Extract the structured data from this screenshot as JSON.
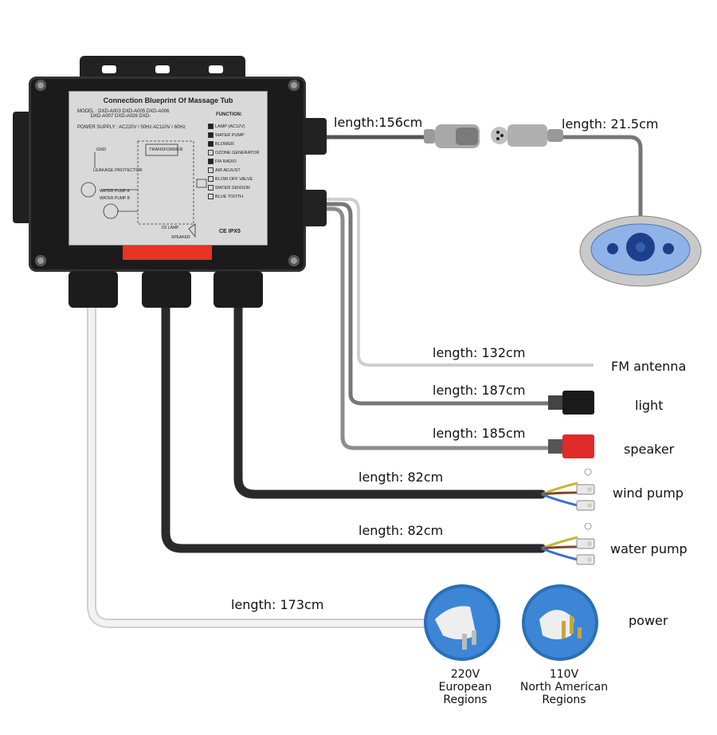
{
  "box": {
    "plate_title": "Connection Blueprint Of Massage Tub",
    "model_label": "MODEL :",
    "models": [
      "DXD-A003",
      "DXD-A005",
      "DXD-A006",
      "DXD-A007",
      "DXD-A026",
      "DXD-"
    ],
    "power_supply_label": "POWER SUPPLY :",
    "power_supply_values": [
      "AC220V / 50Hz",
      "AC110V / 60Hz"
    ],
    "function_title": "FUNCTION:",
    "functions": [
      {
        "label": "LAMP (AC12V)",
        "checked": true
      },
      {
        "label": "WATER PUMP",
        "checked": true
      },
      {
        "label": "BLOWER",
        "checked": true
      },
      {
        "label": "OZONE GENERATOR",
        "checked": false
      },
      {
        "label": "FM RADIO",
        "checked": true
      },
      {
        "label": "AIR ADJUST",
        "checked": false
      },
      {
        "label": "BLOW OFF VALVE",
        "checked": false
      },
      {
        "label": "WATER SENSOR",
        "checked": false
      },
      {
        "label": "BLUE TOOTH",
        "checked": false
      }
    ],
    "gnd_label": "GND",
    "leakage_label": "LEAKAGE PROTECTOR",
    "transformer_label": "TRANSFORMER",
    "water_pump_a": "WATER PUMP A",
    "water_pump_b": "WATER PUMP B",
    "d2_lamp": "D2 LAMP",
    "speaker_label": "SPEAKER",
    "cert": "CE  IPX5"
  },
  "cables": {
    "panel_cable": "length:156cm",
    "panel_lead": "length: 21.5cm",
    "fm_antenna": "length: 132cm",
    "light": "length: 187cm",
    "speaker": "length: 185cm",
    "wind_pump": "length: 82cm",
    "water_pump": "length: 82cm",
    "power": "length: 173cm"
  },
  "components": {
    "fm_antenna": "FM antenna",
    "light": "light",
    "speaker": "speaker",
    "wind_pump": "wind pump",
    "water_pump": "water pump",
    "power": "power"
  },
  "plugs": {
    "eu": {
      "voltage": "220V",
      "line1": "European",
      "line2": "Regions"
    },
    "na": {
      "voltage": "110V",
      "line1": "North American",
      "line2": "Regions"
    }
  },
  "colors": {
    "cable_black": "#2a2a2a",
    "cable_gray": "#8c8c8c",
    "cable_white": "#e6e6e6",
    "box": "#1b1b1b",
    "plate": "#d9d9d9",
    "warning_red": "#e53522",
    "plug_blue": "#3d86d6",
    "speaker_red": "#e02a2a",
    "panel_blue": "#8fb3e8"
  }
}
